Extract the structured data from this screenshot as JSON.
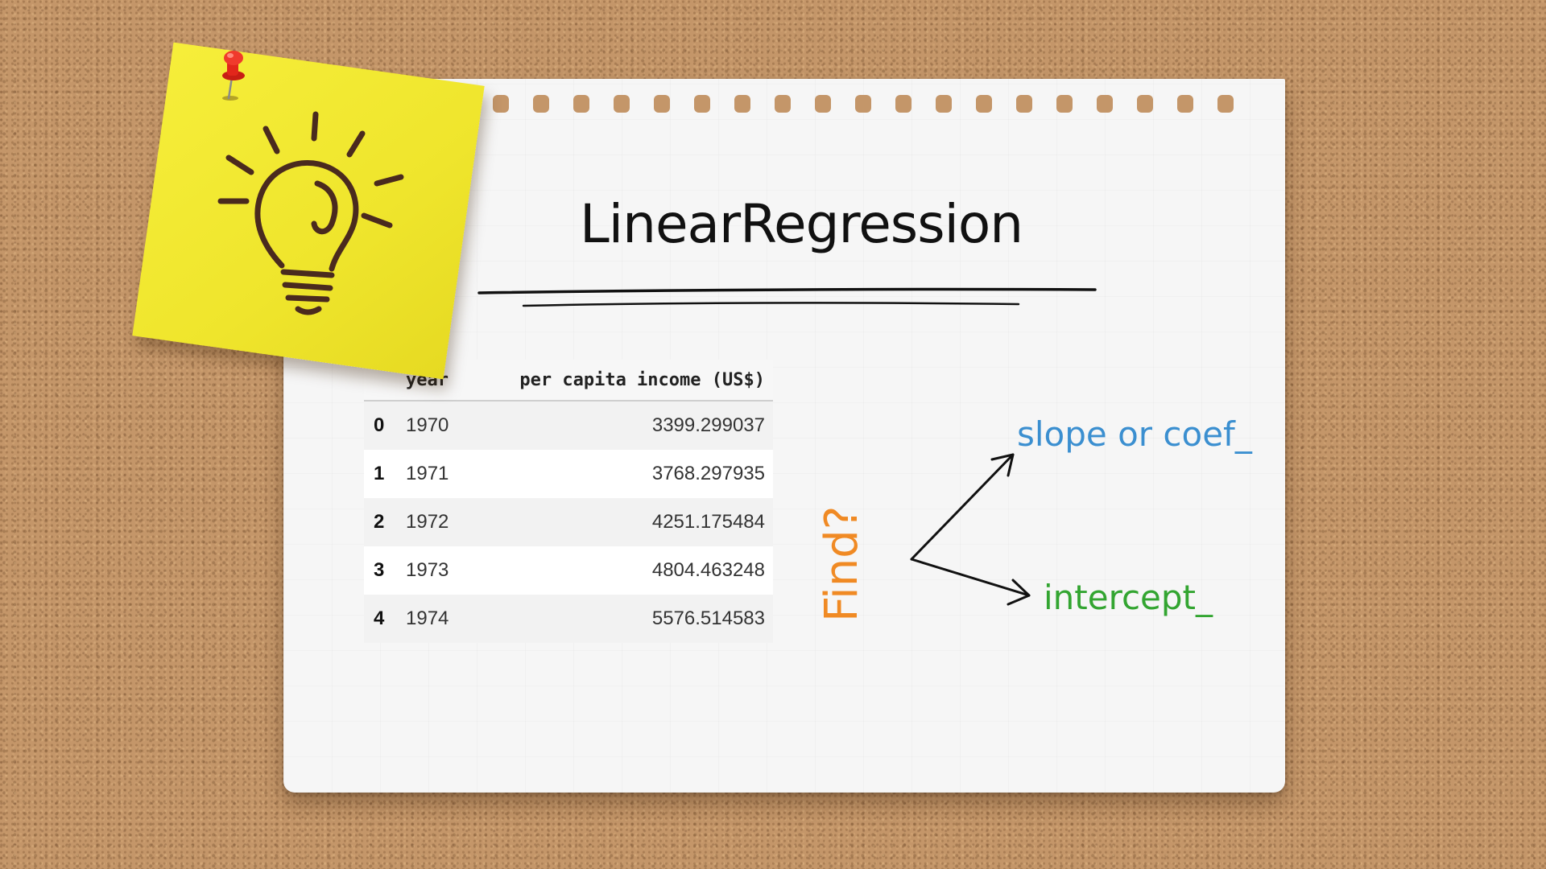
{
  "board": {
    "background_color": "#c49669"
  },
  "sticky_note": {
    "icon": "lightbulb-icon",
    "pin_icon": "pushpin-icon",
    "color": "#f2e830"
  },
  "paper": {
    "title": "LinearRegression"
  },
  "table": {
    "columns": [
      "",
      "year",
      "per capita income (US$)"
    ],
    "rows": [
      {
        "index": "0",
        "year": "1970",
        "income": "3399.299037"
      },
      {
        "index": "1",
        "year": "1971",
        "income": "3768.297935"
      },
      {
        "index": "2",
        "year": "1972",
        "income": "4251.175484"
      },
      {
        "index": "3",
        "year": "1973",
        "income": "4804.463248"
      },
      {
        "index": "4",
        "year": "1974",
        "income": "5576.514583"
      }
    ]
  },
  "annotation": {
    "question": "Find?",
    "question_color": "#f08a24",
    "answer_top": "slope or coef_",
    "answer_top_color": "#3b8fd0",
    "answer_bottom": "intercept_",
    "answer_bottom_color": "#33a531"
  }
}
